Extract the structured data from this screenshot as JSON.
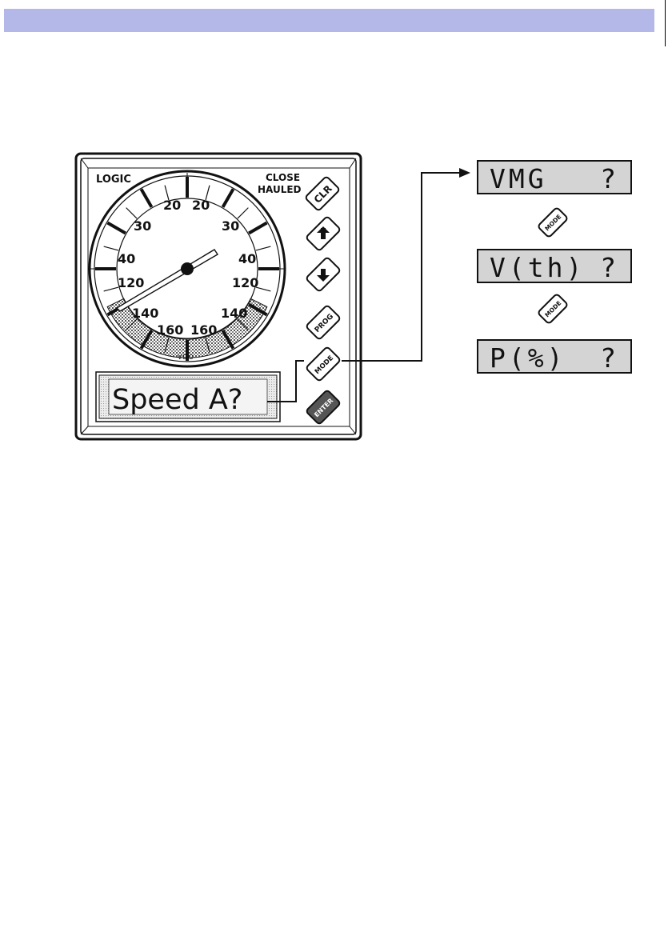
{
  "instrument": {
    "brand_label": "LOGIC",
    "mode_label_line1": "CLOSE",
    "mode_label_line2": "HAULED",
    "maker_label": "VDO",
    "dial_scale_left": [
      "20",
      "30",
      "40",
      "120",
      "140",
      "160"
    ],
    "dial_scale_right": [
      "20",
      "30",
      "40",
      "120",
      "140",
      "160"
    ],
    "display_text": "Speed A?",
    "keys": {
      "clr": "CLR",
      "prog": "PROG",
      "mode": "MODE",
      "enter": "ENTER"
    }
  },
  "menu_sequence": {
    "items": [
      {
        "main": "VMG",
        "suffix": "?"
      },
      {
        "main": "V(th)",
        "suffix": "?"
      },
      {
        "main": "P(%)",
        "suffix": "?"
      }
    ],
    "next_key_label": "MODE"
  }
}
